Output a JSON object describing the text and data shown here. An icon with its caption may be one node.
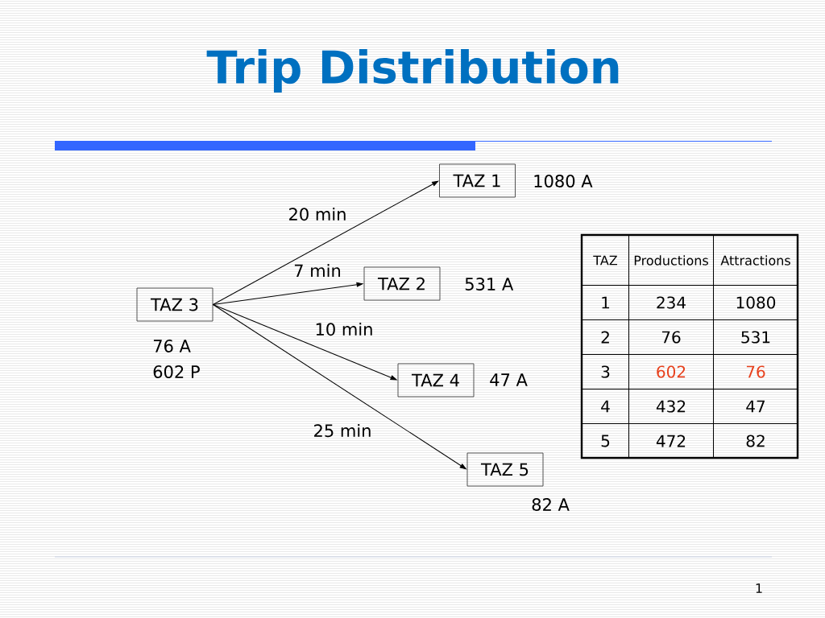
{
  "diagram": {
    "title": "Trip Distribution",
    "nodes": [
      {
        "text": [
          "TAZ 1"
        ],
        "beside": [
          "1080 A"
        ]
      },
      {
        "text": [
          "TAZ 2"
        ],
        "beside": [
          "531 A"
        ]
      },
      {
        "text": [
          "TAZ 3"
        ],
        "beside": [
          "76 A",
          "602 P"
        ]
      },
      {
        "text": [
          "TAZ 4"
        ],
        "beside": [
          "47 A"
        ]
      },
      {
        "text": [
          "TAZ 5"
        ],
        "beside": [
          "82 A"
        ]
      }
    ],
    "edges": [
      {
        "from": 2,
        "to": 0,
        "arrow": "to",
        "label": "20 min"
      },
      {
        "from": 2,
        "to": 1,
        "arrow": "to",
        "label": "7 min"
      },
      {
        "from": 2,
        "to": 3,
        "arrow": "to",
        "label": "10 min"
      },
      {
        "from": 2,
        "to": 4,
        "arrow": "to",
        "label": "25 min"
      }
    ],
    "labels": [
      "TAZ",
      "Productions",
      "Attractions",
      "1",
      "234",
      "1080",
      "2",
      "76",
      "531",
      "3",
      "602",
      "76",
      "4",
      "432",
      "47",
      "5",
      "472",
      "82",
      "1"
    ]
  }
}
